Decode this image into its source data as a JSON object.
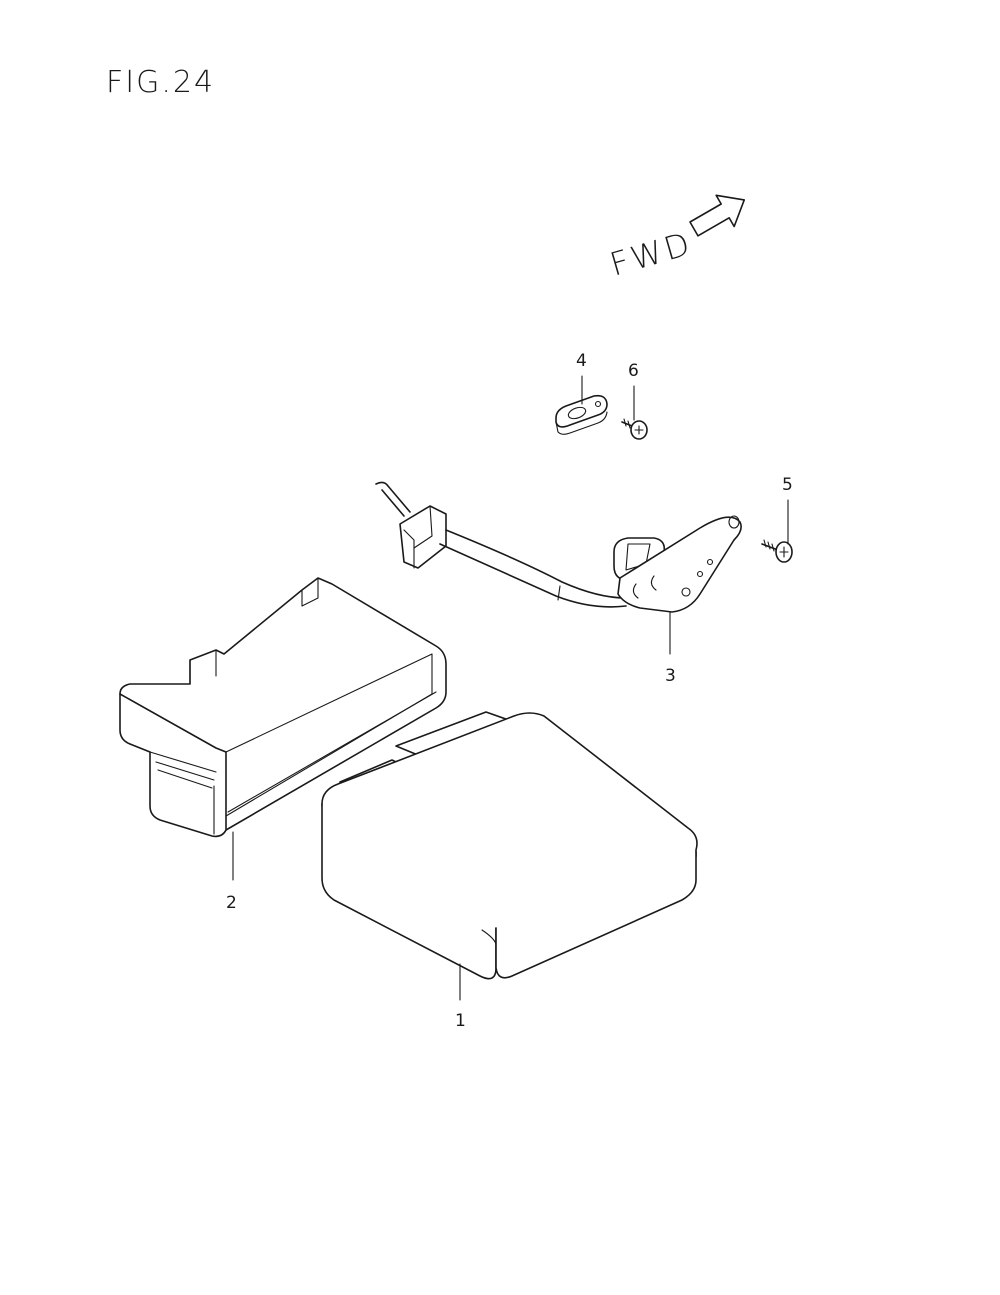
{
  "figure": {
    "title": "FIG.24",
    "direction_label": "FWD"
  },
  "callouts": [
    {
      "number": "1"
    },
    {
      "number": "2"
    },
    {
      "number": "3"
    },
    {
      "number": "4"
    },
    {
      "number": "5"
    },
    {
      "number": "6"
    }
  ],
  "icons": {
    "direction": "fwd-arrow-icon"
  }
}
